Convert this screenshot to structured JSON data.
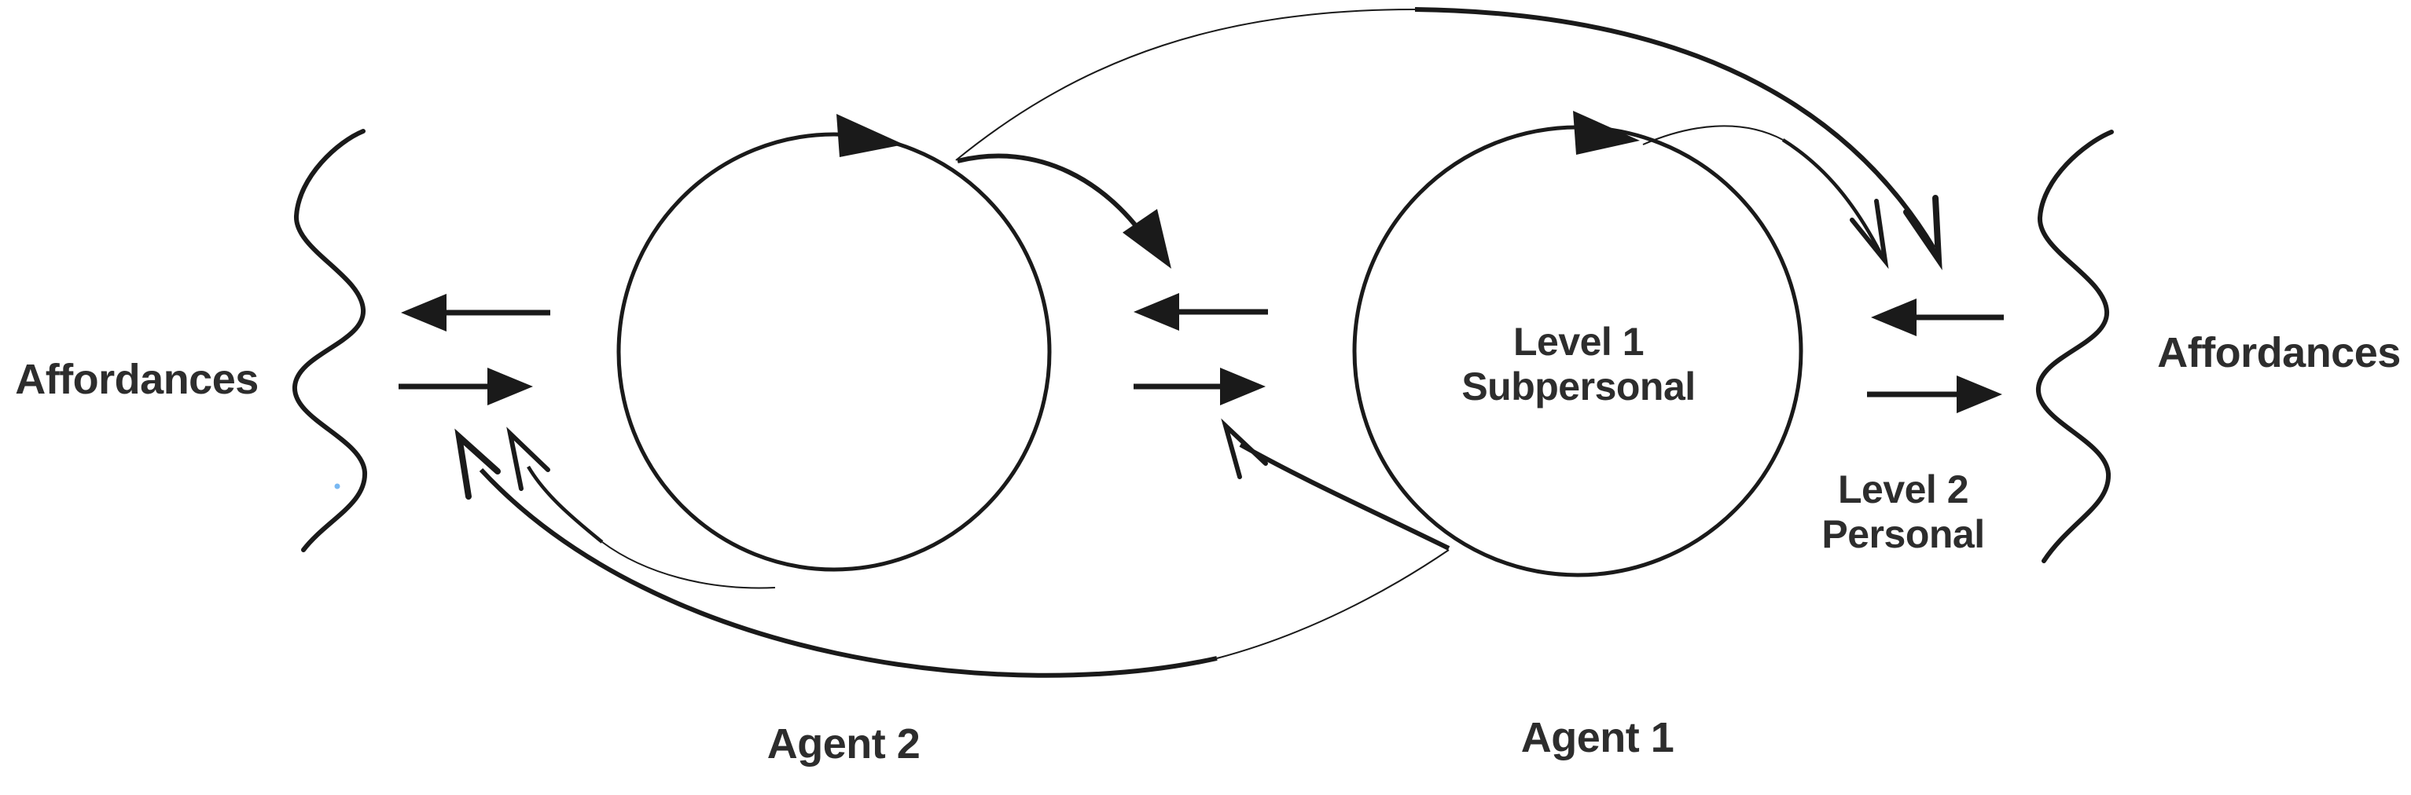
{
  "figure": {
    "type": "concept-diagram",
    "background_color": "#ffffff",
    "ink_color": "#1a1a1a",
    "text_color": "#2d2d2d",
    "artifact_dot_color": "#79b8f2",
    "labels": {
      "affordances_left": "Affordances",
      "affordances_right": "Affordances",
      "agent_2": "Agent 2",
      "agent_1": "Agent 1",
      "agent1_inner_line1": "Level 1",
      "agent1_inner_line2": "Subpersonal",
      "level2_line1": "Level 2",
      "level2_line2": "Personal"
    },
    "elements": {
      "environments": [
        {
          "name": "left-environment",
          "symbol": "vertical-wavy-line",
          "label": "Affordances"
        },
        {
          "name": "right-environment",
          "symbol": "vertical-wavy-line",
          "label": "Affordances"
        }
      ],
      "agent_loops": [
        {
          "name": "agent-2-loop",
          "shape": "circle-with-clockwise-arrowhead",
          "inner_text": "",
          "label_below": "Agent 2"
        },
        {
          "name": "agent-1-loop",
          "shape": "circle-with-clockwise-arrowhead",
          "inner_text": "Level 1 Subpersonal",
          "label_below": "Agent 1"
        }
      ],
      "arrows": [
        {
          "name": "left-env-leftward-arrow",
          "style": "straight",
          "direction": "left",
          "location": "between left wavy line and agent-2"
        },
        {
          "name": "left-env-rightward-arrow",
          "style": "straight",
          "direction": "right",
          "location": "between left wavy line and agent-2"
        },
        {
          "name": "mid-leftward-arrow",
          "style": "straight",
          "direction": "left",
          "location": "between agent-2 and agent-1"
        },
        {
          "name": "mid-rightward-arrow",
          "style": "straight",
          "direction": "right",
          "location": "between agent-2 and agent-1"
        },
        {
          "name": "right-env-leftward-arrow",
          "style": "straight",
          "direction": "left",
          "location": "between agent-1 and right wavy line"
        },
        {
          "name": "right-env-rightward-arrow",
          "style": "straight",
          "direction": "right",
          "location": "between agent-1 and right wavy line"
        },
        {
          "name": "agent2-top-short-curve",
          "style": "curved",
          "from": "agent-2 top",
          "to": "middle arrow area",
          "head": "solid-down-right"
        },
        {
          "name": "agent1-bottom-short-curve",
          "style": "curved",
          "from": "agent-1 bottom",
          "to": "middle arrow area",
          "head": "barbed-up-left"
        },
        {
          "name": "long-top-arc",
          "style": "curved thin-to-thick",
          "from": "agent-2 top",
          "to": "right affordances area",
          "head": "barbed-down"
        },
        {
          "name": "long-bottom-arc",
          "style": "curved thin-to-thick",
          "from": "agent-1 bottom",
          "to": "left affordances area",
          "head": "barbed-up"
        },
        {
          "name": "agent1-top-curve",
          "style": "curved",
          "from": "agent-1 top",
          "to": "right affordances area",
          "head": "barbed-down"
        },
        {
          "name": "agent2-bottom-curve",
          "style": "curved",
          "from": "agent-2 bottom",
          "to": "left affordances area",
          "head": "barbed-up"
        }
      ]
    }
  }
}
